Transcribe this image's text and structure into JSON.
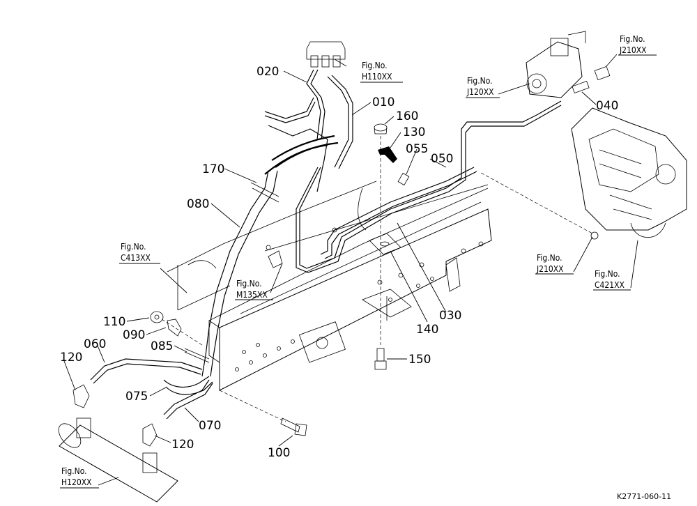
{
  "part_numbers": {
    "p010": "010",
    "p020": "020",
    "p030": "030",
    "p040": "040",
    "p050": "050",
    "p055": "055",
    "p060": "060",
    "p070": "070",
    "p075": "075",
    "p080": "080",
    "p085": "085",
    "p090": "090",
    "p100": "100",
    "p110": "110",
    "p120a": "120",
    "p120b": "120",
    "p130": "130",
    "p140": "140",
    "p150": "150",
    "p160": "160",
    "p170": "170"
  },
  "figure_refs": {
    "h110": {
      "fig": "Fig.No.",
      "code": "H110XX"
    },
    "j210_top": {
      "fig": "Fig.No.",
      "code": "J210XX"
    },
    "j120": {
      "fig": "Fig.No.",
      "code": "J120XX"
    },
    "c413": {
      "fig": "Fig.No.",
      "code": "C413XX"
    },
    "m135": {
      "fig": "Fig.No.",
      "code": "M135XX"
    },
    "j210_bottom": {
      "fig": "Fig.No.",
      "code": "J210XX"
    },
    "c421": {
      "fig": "Fig.No.",
      "code": "C421XX"
    },
    "h120": {
      "fig": "Fig.No.",
      "code": "H120XX"
    }
  },
  "drawing_id": "K2771-060-11"
}
